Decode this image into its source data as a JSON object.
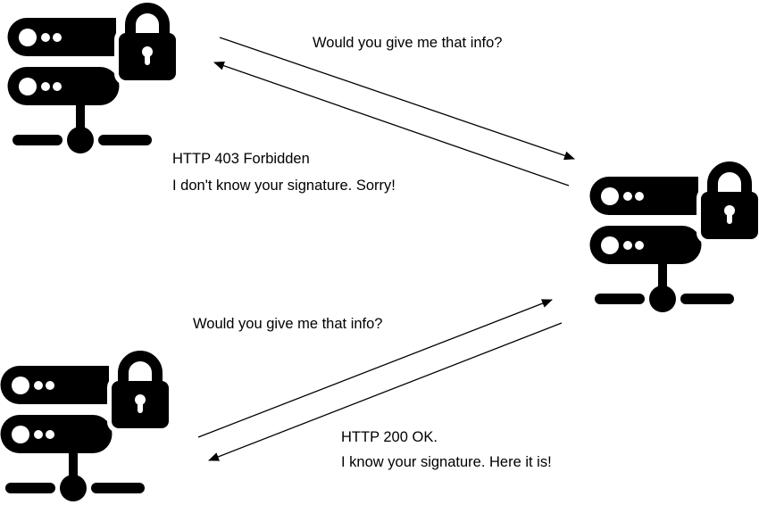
{
  "diagram": {
    "top_exchange": {
      "request": "Would you give me that info?",
      "response_status": "HTTP 403 Forbidden",
      "response_message": "I don't know your signature. Sorry!"
    },
    "bottom_exchange": {
      "request": "Would you give me that info?",
      "response_status": "HTTP 200 OK.",
      "response_message": "I know your signature. Here it is!"
    },
    "nodes": [
      {
        "icon": "secure-server-icon",
        "role": "client-unknown"
      },
      {
        "icon": "secure-server-icon",
        "role": "server"
      },
      {
        "icon": "secure-server-icon",
        "role": "client-known"
      }
    ],
    "colors": {
      "ink": "#000000",
      "background": "#ffffff"
    }
  }
}
